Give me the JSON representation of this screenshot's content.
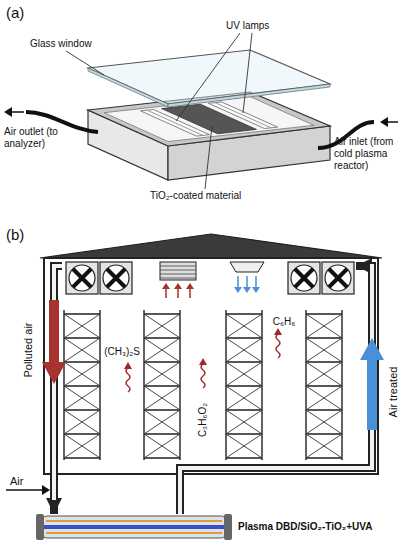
{
  "diagram": {
    "nodes": [
      {
        "text": [
          "(CH₃)₂S",
          "C₃H₆O₂",
          "C₆H₆"
        ]
      },
      {
        "text": [
          "Plasma DBD/SiO₂-TiO₂+UVA"
        ]
      }
    ],
    "edges": [
      {
        "from": 0,
        "to": 1,
        "arrow": "to",
        "label": "Polluted air"
      },
      {
        "from": 1,
        "to": 0,
        "arrow": "to",
        "label": "Air treated"
      }
    ],
    "labels": [
      "(a)",
      "Glass window",
      "UV lamps",
      "Air outlet (to analyzer)",
      "Air inlet (from cold plasma reactor)",
      "TiO₂-coated material",
      "(b)",
      "Air"
    ]
  }
}
